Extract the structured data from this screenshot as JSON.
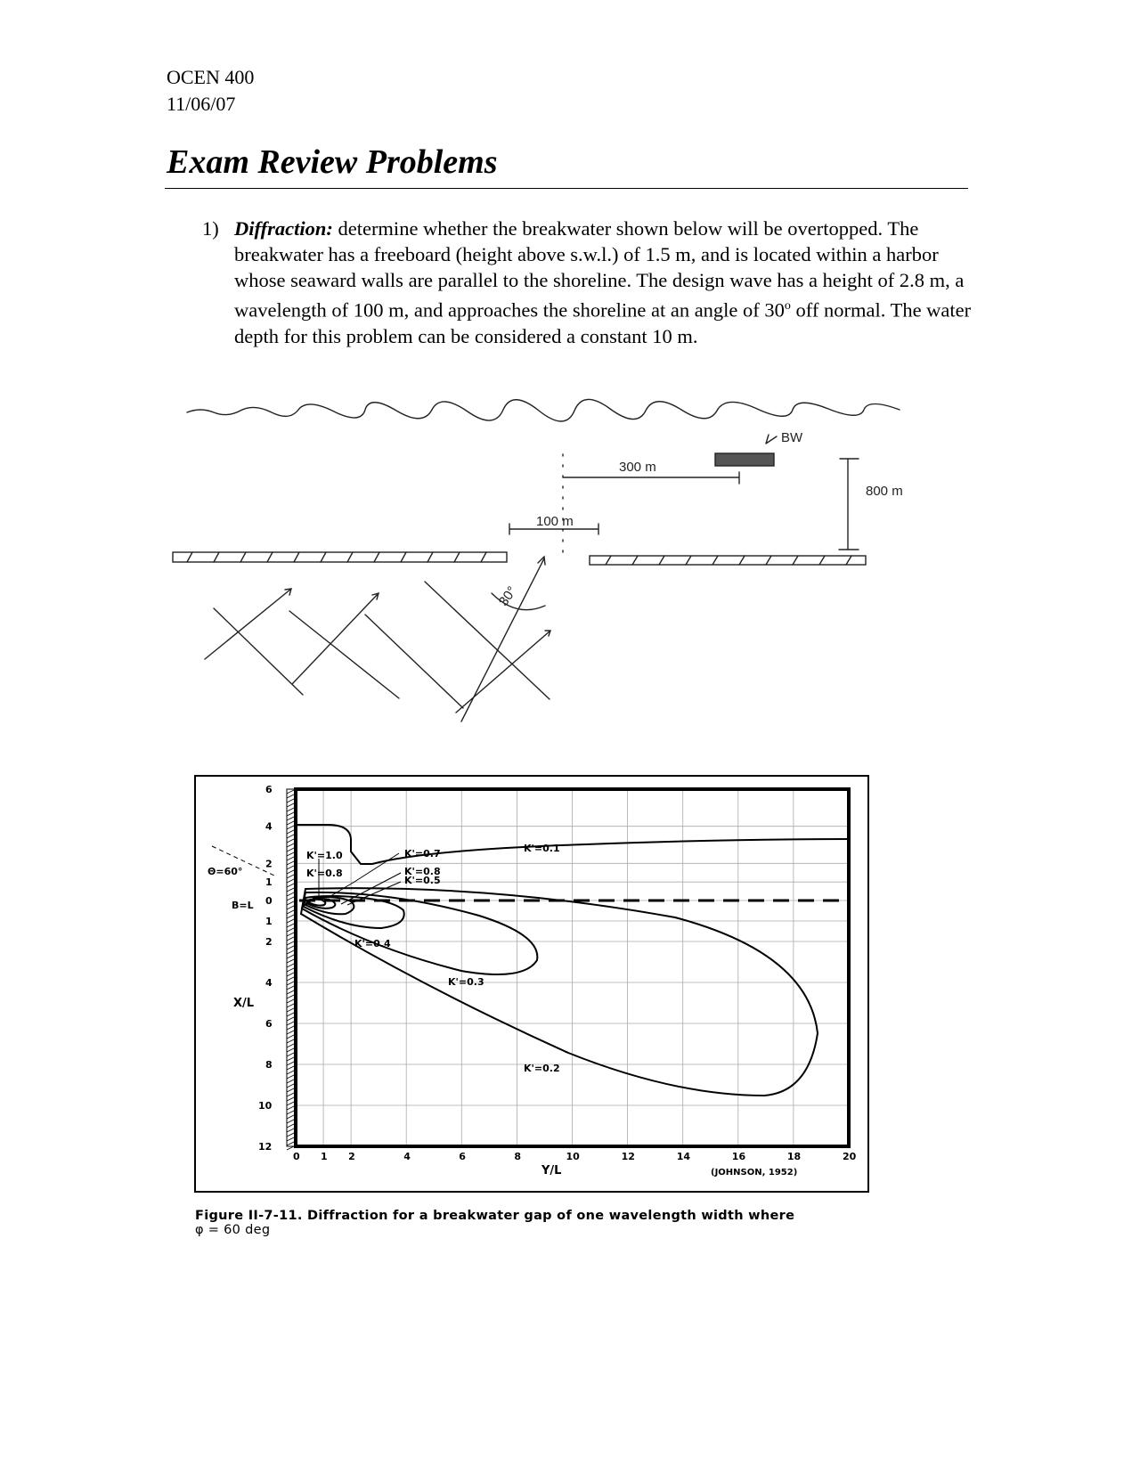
{
  "header": {
    "course": "OCEN 400",
    "date": "11/06/07"
  },
  "title": "Exam Review Problems",
  "problem": {
    "number": "1)",
    "keyword": "Diffraction:",
    "text_a": " determine whether the breakwater shown below will be overtopped. The breakwater has a freeboard (height above s.w.l.) of 1.5 m, and is located within a harbor whose seaward walls are parallel to the shoreline. The design wave has a height of 2.8 m, a wavelength of 100 m, and approaches the shoreline at an angle of 30",
    "superscript": "o",
    "text_b": " off normal.  The water depth for this problem can be considered a constant 10 m."
  },
  "sketch": {
    "bw_label": "BW",
    "dist_300": "300 m",
    "dist_800": "800 m",
    "dist_100": "100 m",
    "angle": "30°"
  },
  "figure": {
    "y_ticks_upper": [
      "6",
      "4",
      "2",
      "1",
      "0"
    ],
    "y_ticks_lower": [
      "1",
      "2",
      "4",
      "6",
      "8",
      "10",
      "12"
    ],
    "x_ticks": [
      "0",
      "1",
      "2",
      "4",
      "6",
      "8",
      "10",
      "12",
      "14",
      "16",
      "18",
      "20"
    ],
    "xlabel": "Y/L",
    "ylabel": "X/L",
    "theta_label": "Θ=60°",
    "b_label": "B=L",
    "source": "(JOHNSON, 1952)",
    "contours": {
      "k10": "K'=1.0",
      "k08a": "K'=0.8",
      "k07": "K'=0.7",
      "k08b": "K'=0.8",
      "k05": "K'=0.5",
      "k04": "K'=0.4",
      "k03": "K'=0.3",
      "k02": "K'=0.2",
      "k01": "K'=0.1"
    }
  },
  "caption": {
    "line1": "Figure II-7-11.   Diffraction for a breakwater gap of one wavelength width where",
    "line2": "φ = 60 deg"
  }
}
